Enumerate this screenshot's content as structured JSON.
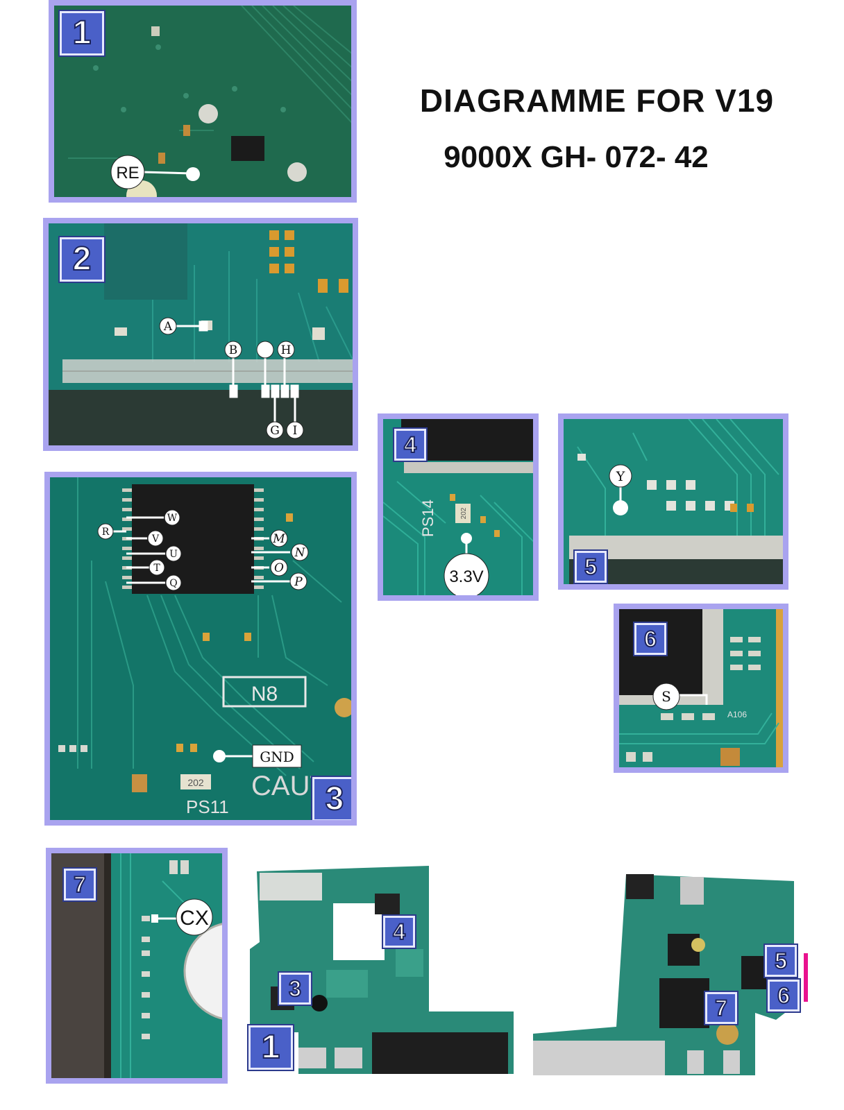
{
  "header": {
    "title": "DIAGRAMME FOR V19",
    "subtitle": "9000X GH- 072- 42"
  },
  "panels": [
    {
      "number": "1",
      "labels": [
        "RE"
      ]
    },
    {
      "number": "2",
      "labels": [
        "A",
        "B",
        "H",
        "G",
        "I"
      ]
    },
    {
      "number": "3",
      "labels": [
        "W",
        "R",
        "V",
        "U",
        "T",
        "Q",
        "M",
        "N",
        "O",
        "P",
        "GND"
      ],
      "silkscreen": [
        "N8",
        "CAUTI",
        "PS11",
        "202"
      ]
    },
    {
      "number": "4",
      "labels": [
        "3.3V"
      ],
      "silkscreen": [
        "PS14",
        "202"
      ]
    },
    {
      "number": "5",
      "labels": [
        "Y"
      ]
    },
    {
      "number": "6",
      "labels": [
        "S"
      ],
      "silkscreen": [
        "A106"
      ]
    },
    {
      "number": "7",
      "labels": [
        "CX"
      ]
    }
  ],
  "board_markers": {
    "front": [
      "4",
      "3",
      "1"
    ],
    "back": [
      "5",
      "6",
      "7"
    ]
  },
  "colors": {
    "frame": "#a9a3ef",
    "number_badge": "#4a60c8",
    "pcb": "#1d6b55",
    "highlight": "#e9128f"
  }
}
